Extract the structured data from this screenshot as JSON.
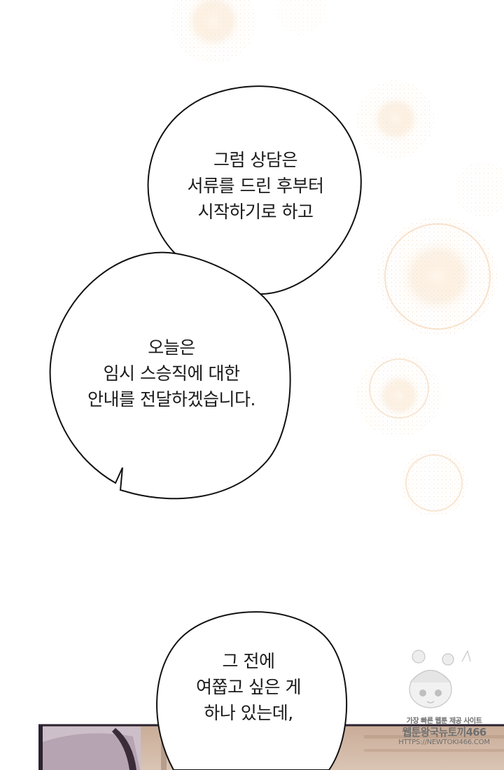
{
  "panel": {
    "bubbles": [
      {
        "lines": [
          "그럼 상담은",
          "서류를 드린 후부터",
          "시작하기로 하고"
        ]
      },
      {
        "lines": [
          "오늘은",
          "임시 스승직에 대한",
          "안내를 전달하겠습니다."
        ]
      },
      {
        "lines": [
          "그 전에",
          "여쭙고 싶은 게",
          "하나 있는데,"
        ]
      }
    ]
  },
  "watermark": {
    "line1": "가장 빠른 웹툰 제공 사이트",
    "line2": "웹툰왕국뉴토끼466",
    "line3": "HTTPS://NEWTOKI466.COM"
  },
  "colors": {
    "bubble_fill": "#ffffff",
    "bubble_stroke": "#111111",
    "sparkle": "#f0c89a",
    "scene_wall": "#c9ac98",
    "scene_shadow": "#3b2c3a"
  }
}
